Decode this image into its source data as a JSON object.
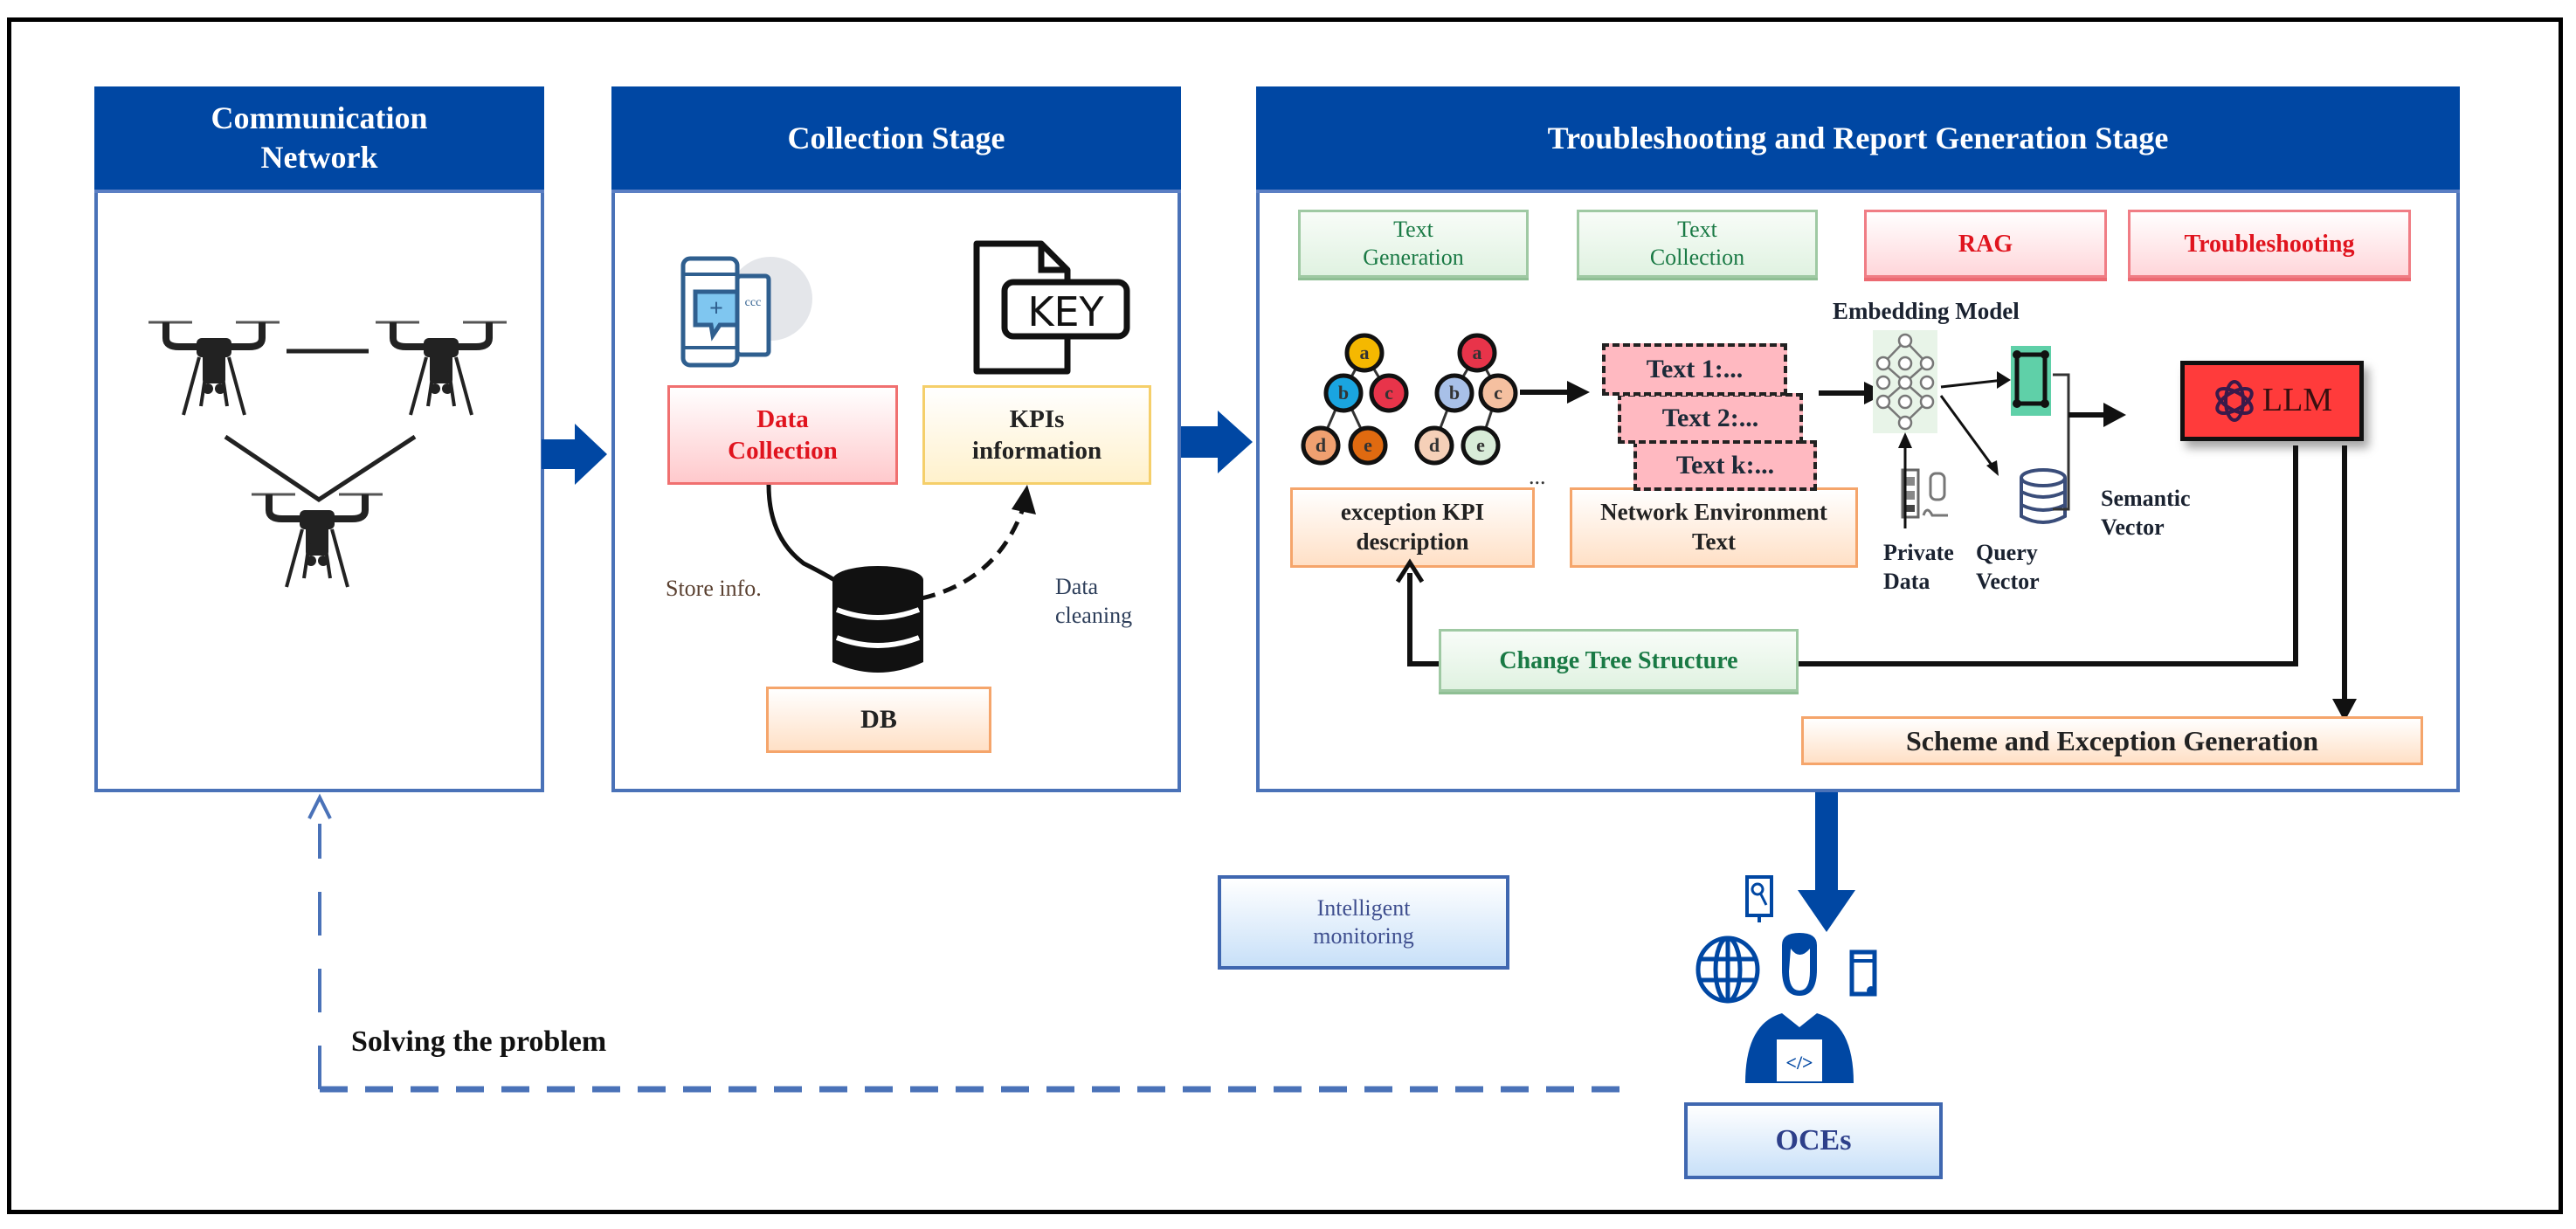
{
  "panels": {
    "communication_network": {
      "title": "Communication Network"
    },
    "collection_stage": {
      "title": "Collection Stage",
      "data_collection": "Data Collection",
      "kpis_information": "KPIs information",
      "db": "DB",
      "store_info": "Store info.",
      "data_cleaning": "Data cleaning",
      "key_icon_text": "KEY"
    },
    "troubleshooting_stage": {
      "title": "Troubleshooting and Report Generation Stage",
      "legend": {
        "text_generation": "Text Generation",
        "text_collection": "Text Collection",
        "rag": "RAG",
        "troubleshooting": "Troubleshooting"
      },
      "embedding_model": "Embedding Model",
      "tree_nodes": [
        "a",
        "b",
        "c",
        "d",
        "e"
      ],
      "ellipsis": "...",
      "exception_kpi_description": "exception KPI description",
      "texts": [
        "Text 1:...",
        "Text 2:...",
        "Text k:..."
      ],
      "network_environment_text": "Network Environment Text",
      "private_data": "Private Data",
      "query_vector": "Query Vector",
      "semantic_vector": "Semantic Vector",
      "llm": "LLM",
      "change_tree_structure": "Change Tree Structure",
      "scheme_and_exception_generation": "Scheme and Exception Generation"
    }
  },
  "bottom": {
    "intelligent_monitoring": "Intelligent monitoring",
    "solving_the_problem": "Solving the problem",
    "oces": "OCEs",
    "code_icon_text": "</>"
  },
  "colors": {
    "header_blue": "#0047a3",
    "panel_border": "#4a72b8",
    "llm_red": "#ff3b3b",
    "rag_red": "#e0141e",
    "green_text": "#1a7a45"
  }
}
